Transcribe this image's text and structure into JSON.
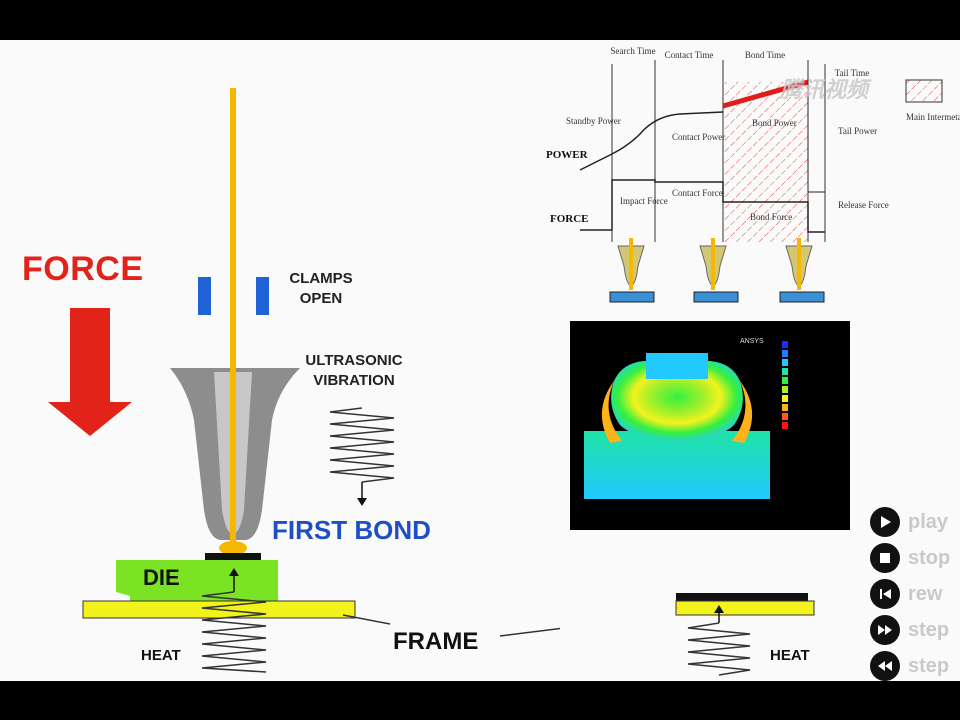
{
  "labels": {
    "force": "FORCE",
    "clamps_open": "CLAMPS\nOPEN",
    "ultrasonic": "ULTRASONIC\nVIBRATION",
    "first_bond": "FIRST BOND",
    "die": "DIE",
    "frame": "FRAME",
    "heat": "HEAT"
  },
  "timing_chart": {
    "phases": [
      "Search Time",
      "Contact Time",
      "Bond Time",
      "Tail Time"
    ],
    "power_annotations": [
      "Standby Power",
      "Contact Power",
      "Bond Power",
      "Tail Power"
    ],
    "force_annotations": [
      "Impact Force",
      "Contact Force",
      "Bond Force",
      "Release Force"
    ],
    "axis_power": "POWER",
    "axis_force": "FORCE",
    "legend_text": "Main Intermetallic Formation Region"
  },
  "simulation": {
    "title": "ANSYS",
    "palette": [
      "#1e2bff",
      "#1f7bff",
      "#22c9ff",
      "#1fe3a6",
      "#34f03f",
      "#a6f02a",
      "#f3f21d",
      "#ffb31a",
      "#ff5a14",
      "#ff1212"
    ]
  },
  "controls": [
    {
      "id": "play",
      "label": "play",
      "icon": "play-icon"
    },
    {
      "id": "stop",
      "label": "stop",
      "icon": "stop-icon"
    },
    {
      "id": "rewind",
      "label": "rew",
      "icon": "rewind-icon"
    },
    {
      "id": "step_forward",
      "label": "step",
      "icon": "step-forward-icon"
    },
    {
      "id": "step_back",
      "label": "step",
      "icon": "step-back-icon"
    }
  ],
  "watermark": "腾讯视频",
  "colors": {
    "force_red": "#e2231a",
    "wire_gold": "#f5b800",
    "die_green": "#7ce324",
    "frame_yellow": "#f2f21c",
    "clamp_blue": "#1f63d6",
    "first_bond_blue": "#1f4fc6"
  }
}
